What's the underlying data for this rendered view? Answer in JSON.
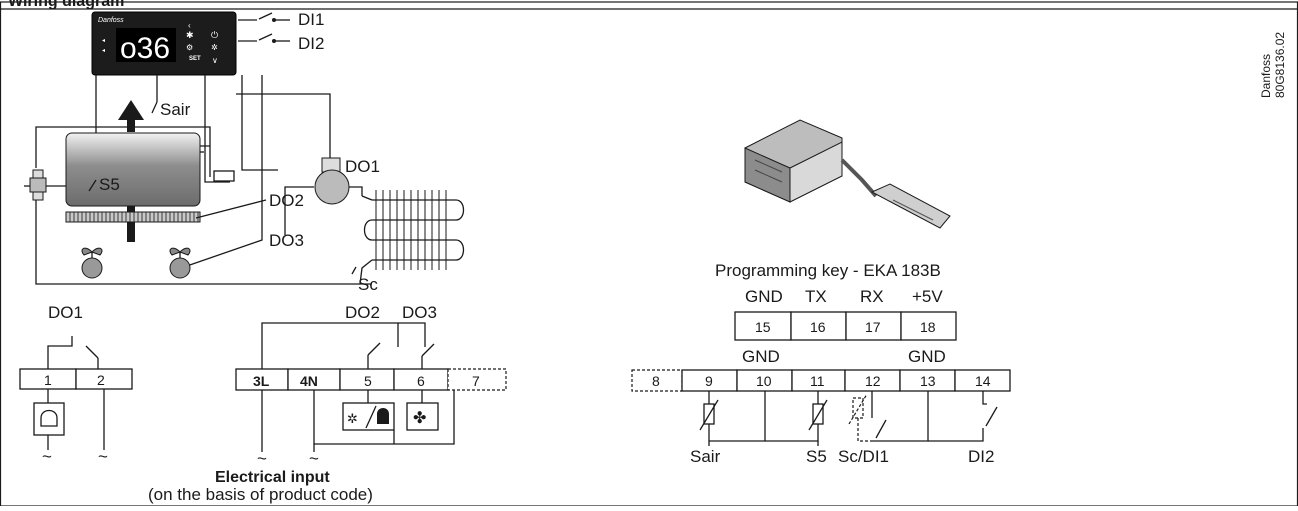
{
  "diagram": {
    "title": "Wiring diagram",
    "controller": {
      "display": "o36",
      "brand": "Danfoss",
      "set_label": "SET"
    },
    "labels": {
      "di1": "DI1",
      "di2": "DI2",
      "sair": "Sair",
      "s5": "S5",
      "do1": "DO1",
      "do2": "DO2",
      "do3": "DO3",
      "sc": "Sc"
    },
    "corner": {
      "brand": "Danfoss",
      "code": "80G8136.02"
    },
    "key_label": "Programming key - EKA 183B",
    "key_terminals": {
      "labels": [
        "GND",
        "TX",
        "RX",
        "+5V"
      ],
      "numbers": [
        "15",
        "16",
        "17",
        "18"
      ]
    },
    "left_relay": {
      "label": "DO1",
      "terminals": [
        "1",
        "2"
      ]
    },
    "power_block": {
      "labels": [
        "DO2",
        "DO3"
      ],
      "terminals": [
        "3L",
        "4N",
        "5",
        "6",
        "7"
      ],
      "electrical_input": "Electrical input",
      "note": "(on the basis of product code)"
    },
    "sensor_block": {
      "gnd_labels": [
        "GND",
        "GND"
      ],
      "terminals": [
        "8",
        "9",
        "10",
        "11",
        "12",
        "13",
        "14"
      ],
      "bottom_labels": [
        "Sair",
        "S5",
        "Sc/DI1",
        "DI2"
      ]
    },
    "tilde": "~"
  }
}
